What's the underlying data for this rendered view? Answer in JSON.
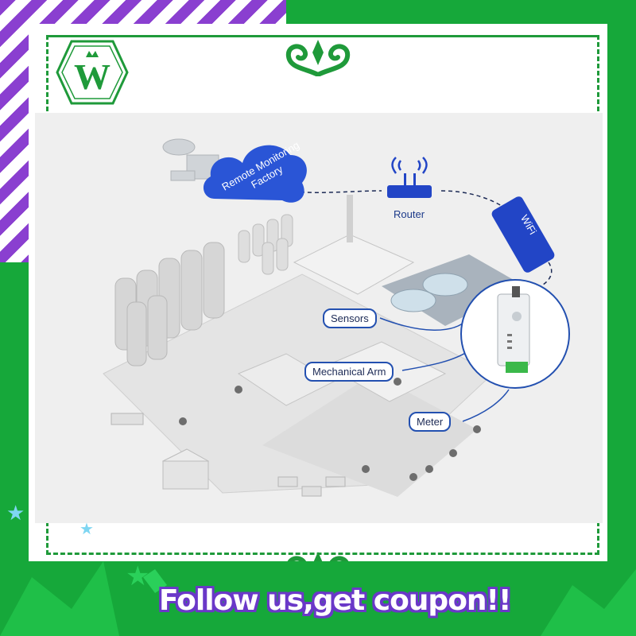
{
  "scene": {
    "cloud_label": "Remote Monitoring Factory",
    "router_label": "Router",
    "wifi_label": "WiFi",
    "callouts": {
      "sensors": "Sensors",
      "mechanical_arm": "Mechanical Arm",
      "meter": "Meter"
    }
  },
  "banner": {
    "text": "Follow us,get coupon!!"
  },
  "colors": {
    "frame_green": "#16a83a",
    "accent_purple": "#8a3fd0",
    "link_blue": "#2350b0"
  },
  "icons": {
    "logo": "w-crown-logo-icon",
    "router": "router-icon",
    "cloud": "cloud-icon",
    "device": "din-rail-gateway-icon"
  }
}
